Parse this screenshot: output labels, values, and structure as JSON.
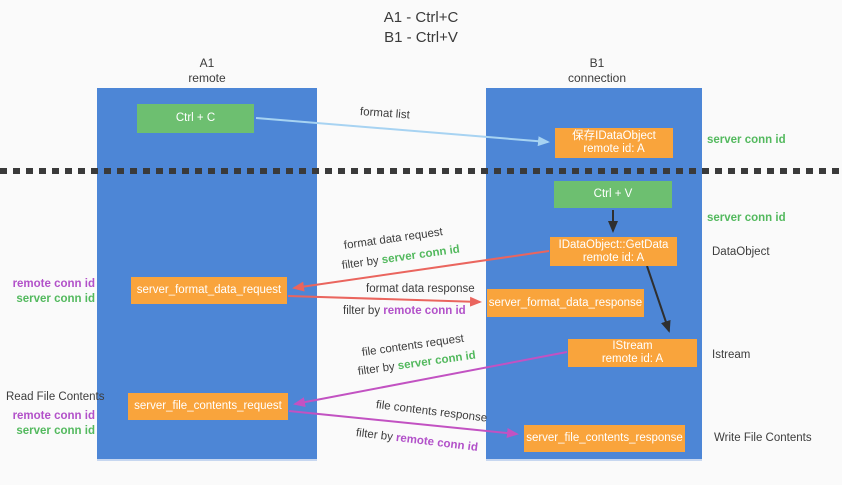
{
  "title": {
    "line1": "A1 - Ctrl+C",
    "line2": "B1 - Ctrl+V"
  },
  "columns": {
    "a": {
      "id": "A1",
      "role": "remote"
    },
    "b": {
      "id": "B1",
      "role": "connection"
    }
  },
  "nodes": {
    "ctrl_c": {
      "label": "Ctrl + C"
    },
    "ctrl_v": {
      "label": "Ctrl + V"
    },
    "save_dataobject": {
      "line1": "保存IDataObject",
      "line2": "remote id: A"
    },
    "getdata": {
      "line1": "IDataObject::GetData",
      "line2": "remote id: A"
    },
    "istream": {
      "line1": "IStream",
      "line2": "remote id: A"
    },
    "server_format_data_request": {
      "label": "server_format_data_request"
    },
    "server_format_data_response": {
      "label": "server_format_data_response"
    },
    "server_file_contents_request": {
      "label": "server_file_contents_request"
    },
    "server_file_contents_response": {
      "label": "server_file_contents_response"
    }
  },
  "arrow_labels": {
    "format_list": "format list",
    "format_data_request": "format data request",
    "format_data_response": "format data response",
    "file_contents_request": "file contents request",
    "file_contents_response": "file contents response",
    "filter_by": "filter by ",
    "server_conn_id": "server conn id",
    "remote_conn_id": "remote conn id"
  },
  "side_labels": {
    "left_remote_conn_id_1": "remote conn id",
    "left_server_conn_id_1": "server conn id",
    "read_file_contents": "Read File Contents",
    "left_remote_conn_id_2": "remote conn id",
    "left_server_conn_id_2": "server conn id",
    "right_server_conn_id_1": "server conn id",
    "right_server_conn_id_2": "server conn id",
    "dataobject": "DataObject",
    "istream": "Istream",
    "write_file_contents": "Write File Contents"
  },
  "colors": {
    "lane_blue": "#4d86d6",
    "node_green": "#6dbf70",
    "node_orange": "#f9a43c",
    "green_text": "#53b95e",
    "purple_text": "#b251c9",
    "red_arrow": "#ea655e",
    "magenta_arrow": "#c252c2",
    "light_blue_arrow": "#a7d3f2",
    "black_arrow": "#2f2f2f",
    "background": "#fafafa"
  }
}
